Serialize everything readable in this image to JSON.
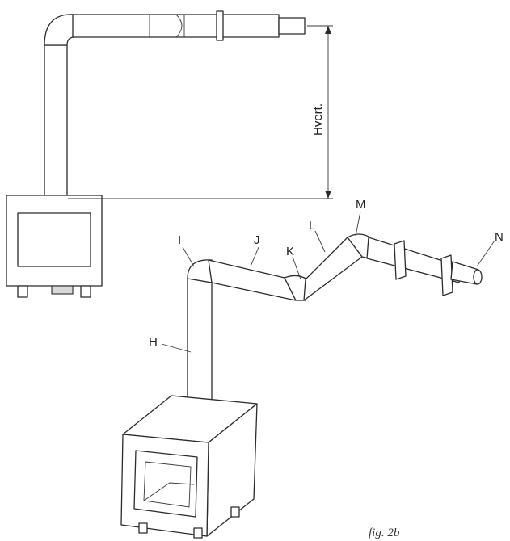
{
  "labels": {
    "hvert": "Hvert.",
    "H": "H",
    "I": "I",
    "J": "J",
    "K": "K",
    "L": "L",
    "M": "M",
    "N": "N"
  },
  "caption": "fig. 2b"
}
